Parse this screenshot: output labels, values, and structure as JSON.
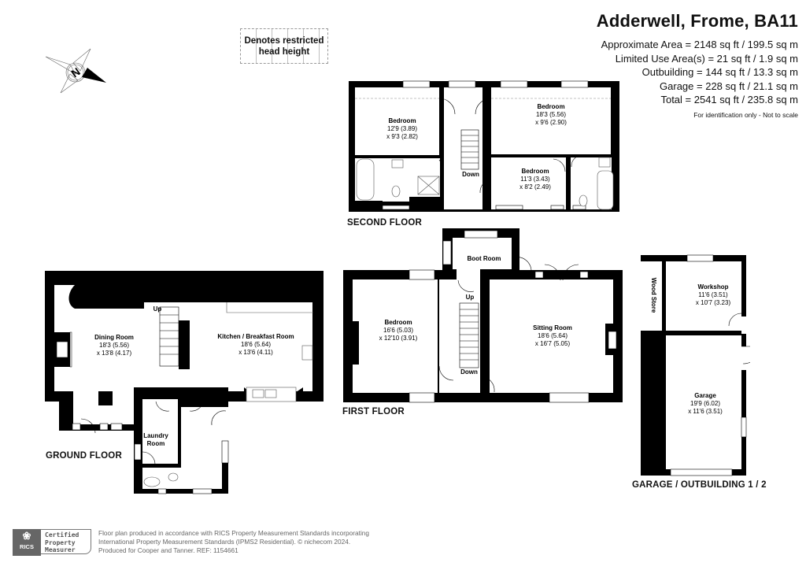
{
  "header": {
    "title": "Adderwell, Frome, BA11",
    "areas": [
      "Approximate Area = 2148 sq ft / 199.5 sq m",
      "Limited Use Area(s) = 21 sq ft / 1.9 sq m",
      "Outbuilding = 144 sq ft / 13.3 sq m",
      "Garage = 228 sq ft / 21.1 sq m",
      "Total = 2541 sq ft / 235.8 sq m"
    ],
    "note": "For identification only - Not to scale"
  },
  "legend": {
    "line1": "Denotes restricted",
    "line2": "head height"
  },
  "compass": {
    "icon": "north-compass-icon",
    "letter": "N"
  },
  "floors": {
    "second": {
      "label": "SECOND FLOOR",
      "stair_label": "Down",
      "rooms": [
        {
          "name": "Bedroom",
          "dim1": "12'9 (3.89)",
          "dim2": "x 9'3 (2.82)"
        },
        {
          "name": "Bedroom",
          "dim1": "18'3 (5.56)",
          "dim2": "x 9'6 (2.90)"
        },
        {
          "name": "Bedroom",
          "dim1": "11'3 (3.43)",
          "dim2": "x 8'2 (2.49)"
        }
      ]
    },
    "first": {
      "label": "FIRST FLOOR",
      "stair_up": "Up",
      "stair_down": "Down",
      "rooms": [
        {
          "name": "Bedroom",
          "dim1": "16'6 (5.03)",
          "dim2": "x 12'10 (3.91)"
        },
        {
          "name": "Sitting Room",
          "dim1": "18'6 (5.64)",
          "dim2": "x 16'7 (5.05)"
        },
        {
          "name": "Boot Room"
        }
      ]
    },
    "ground": {
      "label": "GROUND FLOOR",
      "stair_up": "Up",
      "rooms": [
        {
          "name": "Dining Room",
          "dim1": "18'3 (5.56)",
          "dim2": "x 13'8 (4.17)"
        },
        {
          "name": "Kitchen / Breakfast Room",
          "dim1": "18'6 (5.64)",
          "dim2": "x 13'6 (4.11)"
        },
        {
          "name": "Laundry",
          "name2": "Room"
        }
      ]
    },
    "garage": {
      "label": "GARAGE / OUTBUILDING 1 / 2",
      "rooms": [
        {
          "name": "Workshop",
          "dim1": "11'6 (3.51)",
          "dim2": "x 10'7 (3.23)"
        },
        {
          "name": "Wood Store"
        },
        {
          "name": "Garage",
          "dim1": "19'9 (6.02)",
          "dim2": "x 11'6 (3.51)"
        }
      ]
    }
  },
  "footer": {
    "badge_logo": "RICS",
    "badge_lines": [
      "Certified",
      "Property",
      "Measurer"
    ],
    "lines": [
      "Floor plan produced in accordance with RICS Property Measurement Standards incorporating",
      "International Property Measurement Standards (IPMS2 Residential).   © nichecom 2024.",
      "Produced for Cooper and Tanner.   REF: 1154661"
    ]
  }
}
